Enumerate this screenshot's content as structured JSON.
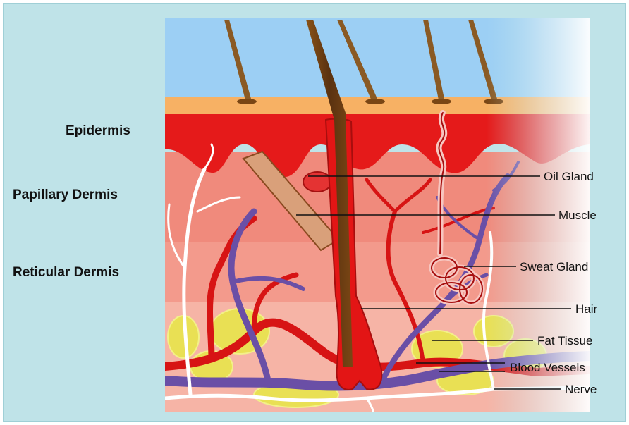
{
  "layer_labels": {
    "epidermis": "Epidermis",
    "papillary_dermis": "Papillary Dermis",
    "reticular_dermis": "Reticular Dermis"
  },
  "callouts": {
    "oil_gland": "Oil Gland",
    "muscle": "Muscle",
    "sweat_gland": "Sweat Gland",
    "hair": "Hair",
    "fat_tissue": "Fat Tissue",
    "blood_vessels": "Blood Vessels",
    "nerve": "Nerve"
  },
  "colors": {
    "background": "#bfe3e8",
    "sky": "#9ccff4",
    "stratum_corneum": "#f7b164",
    "epidermis": "#e51a1a",
    "papillary_dermis": "#f08a7c",
    "reticular_dermis": "#f39a8c",
    "hypodermis": "#f6b4a6",
    "hair": "#6b3d12",
    "vein": "#6a4fa6",
    "artery": "#d71414",
    "nerve": "#ffffff",
    "fat": "#e9e054"
  }
}
